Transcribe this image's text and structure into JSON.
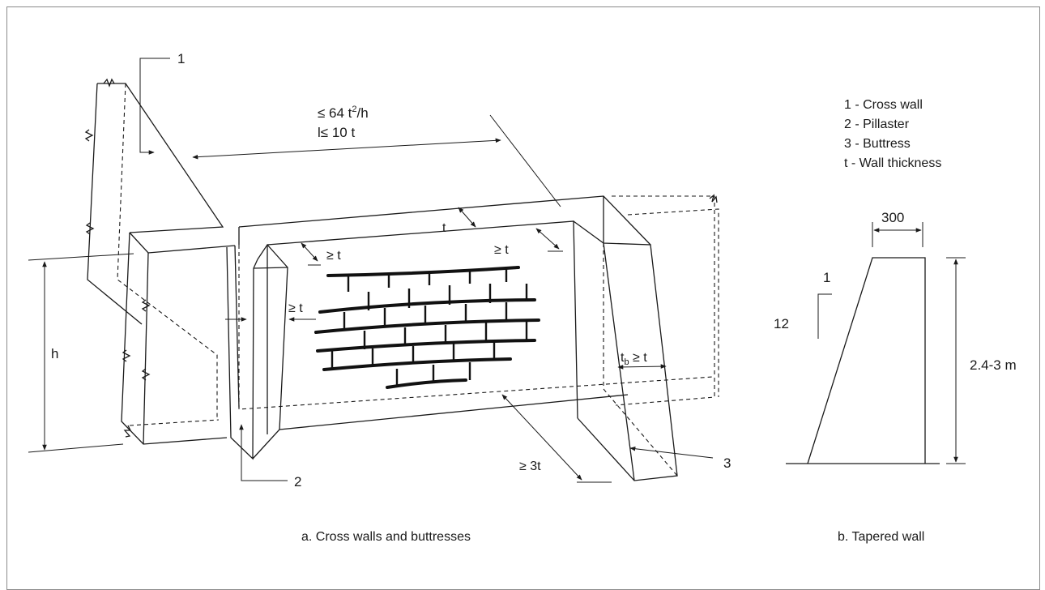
{
  "legend": {
    "items": [
      "1 - Cross wall",
      "2 - Pillaster",
      "3 - Buttress",
      "t - Wall thickness"
    ]
  },
  "captions": {
    "a": "a. Cross walls and buttresses",
    "b": "b. Tapered wall"
  },
  "labels": {
    "callout_1": "1",
    "callout_2": "2",
    "callout_3": "3",
    "spacing_line1": "≤ 64 t²/h",
    "spacing_line1_prefix": "≤ 64 t",
    "spacing_line1_sup": "2",
    "spacing_line1_suffix": "/h",
    "spacing_line2": "l≤ 10 t",
    "t": "t",
    "ge_t_left": "≥ t",
    "ge_t_right": "≥ t",
    "ge_t_pilaster": "≥ t",
    "h": "h",
    "tb_ge_t_prefix": "t",
    "tb_ge_t_sub": "b",
    "tb_ge_t_suffix": " ≥ t",
    "ge_3t": "≥ 3t"
  },
  "tapered": {
    "top_width": "300",
    "height": "2.4-3 m",
    "slope_rise": "1",
    "slope_run": "12"
  },
  "colors": {
    "line": "#1a1a1a",
    "frame": "#8a8a8a",
    "background": "#ffffff"
  }
}
